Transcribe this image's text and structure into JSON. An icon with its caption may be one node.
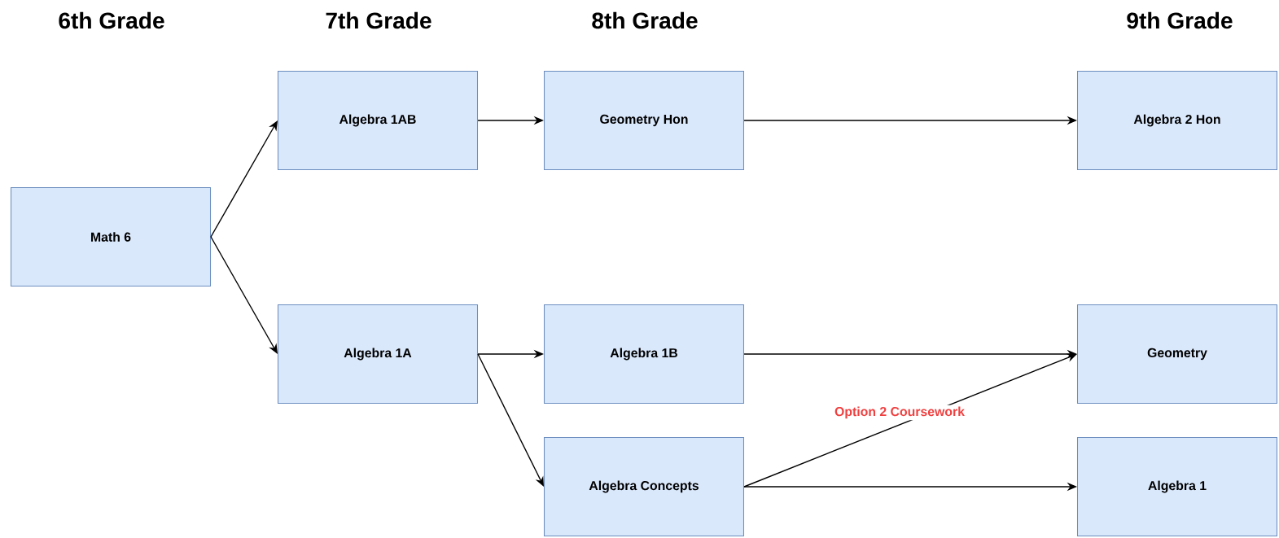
{
  "diagram": {
    "nodes": [
      {
        "text": [
          "Math 6"
        ]
      },
      {
        "text": [
          "Algebra 1AB"
        ]
      },
      {
        "text": [
          "Geometry Hon"
        ]
      },
      {
        "text": [
          "Algebra 2 Hon"
        ]
      },
      {
        "text": [
          "Algebra 1A"
        ]
      },
      {
        "text": [
          "Algebra 1B"
        ]
      },
      {
        "text": [
          "Geometry"
        ]
      },
      {
        "text": [
          "Algebra Concepts"
        ]
      },
      {
        "text": [
          "Algebra 1"
        ]
      }
    ],
    "edges": [
      {
        "from": 0,
        "to": 1,
        "arrow": "to"
      },
      {
        "from": 0,
        "to": 4,
        "arrow": "to"
      },
      {
        "from": 1,
        "to": 2,
        "arrow": "to"
      },
      {
        "from": 2,
        "to": 3,
        "arrow": "to"
      },
      {
        "from": 4,
        "to": 5,
        "arrow": "to"
      },
      {
        "from": 4,
        "to": 7,
        "arrow": "to"
      },
      {
        "from": 5,
        "to": 6,
        "arrow": "to"
      },
      {
        "from": 7,
        "to": 6,
        "arrow": "to",
        "label": "Option 2 Coursework"
      },
      {
        "from": 7,
        "to": 8,
        "arrow": "to"
      }
    ],
    "labels": [
      "6th Grade",
      "7th Grade",
      "8th Grade",
      "9th Grade"
    ]
  }
}
